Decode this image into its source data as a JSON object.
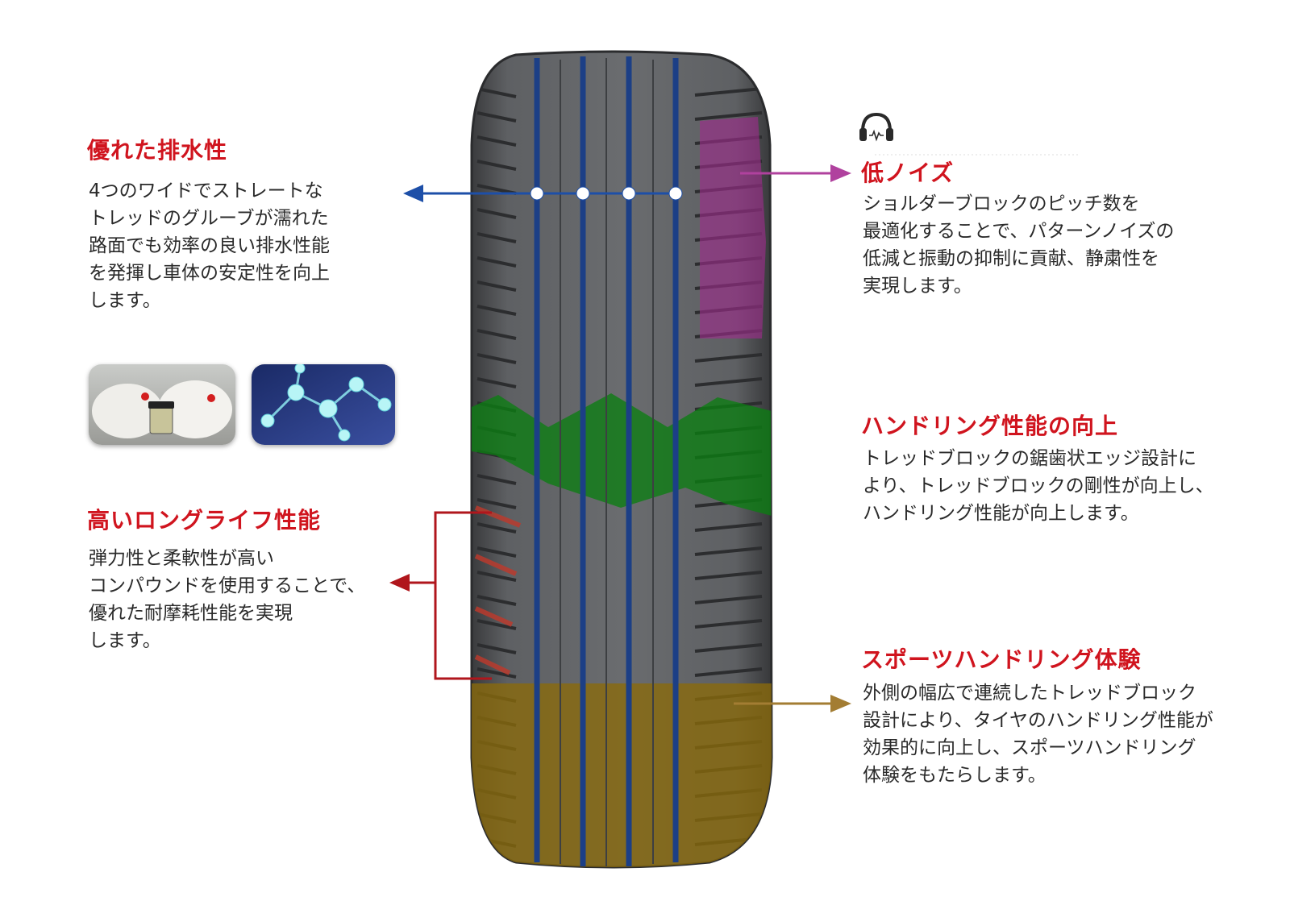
{
  "features": {
    "drainage": {
      "title": "優れた排水性",
      "lines": [
        "4つのワイドでストレートな",
        "トレッドのグルーブが濡れた",
        "路面でも効率の良い排水性能",
        "を発揮し車体の安定性を向上",
        "します。"
      ],
      "color": "#1d4fa8"
    },
    "noise": {
      "title": "低ノイズ",
      "lines": [
        "ショルダーブロックのピッチ数を",
        "最適化することで、パターンノイズの",
        "低減と振動の抑制に貢献、静粛性を",
        "実現します。"
      ],
      "color": "#b0419e",
      "icon": "headphones-icon"
    },
    "handling": {
      "title": "ハンドリング性能の向上",
      "lines": [
        "トレッドブロックの鋸歯状エッジ設計に",
        "より、トレッドブロックの剛性が向上し、",
        "ハンドリング性能が向上します。"
      ],
      "color": "#0f8a1a"
    },
    "longlife": {
      "title": "高いロングライフ性能",
      "lines": [
        "弾力性と柔軟性が高い",
        "コンパウンドを使用することで、",
        "優れた耐摩耗性能を実現",
        "します。"
      ],
      "color": "#b0161c"
    },
    "sport": {
      "title": "スポーツハンドリング体験",
      "lines": [
        "外側の幅広で連続したトレッドブロック",
        "設計により、タイヤのハンドリング性能が",
        "効果的に向上し、スポーツハンドリング",
        "体験をもたらします。"
      ],
      "color": "#a37d33"
    }
  },
  "images": {
    "compound_photo": "compound-samples-photo",
    "molecule_image": "molecule-structure-image"
  },
  "colors": {
    "title_red": "#d0141e",
    "body_text": "#2a2a2a",
    "tire_gray": "#5b5d60"
  }
}
